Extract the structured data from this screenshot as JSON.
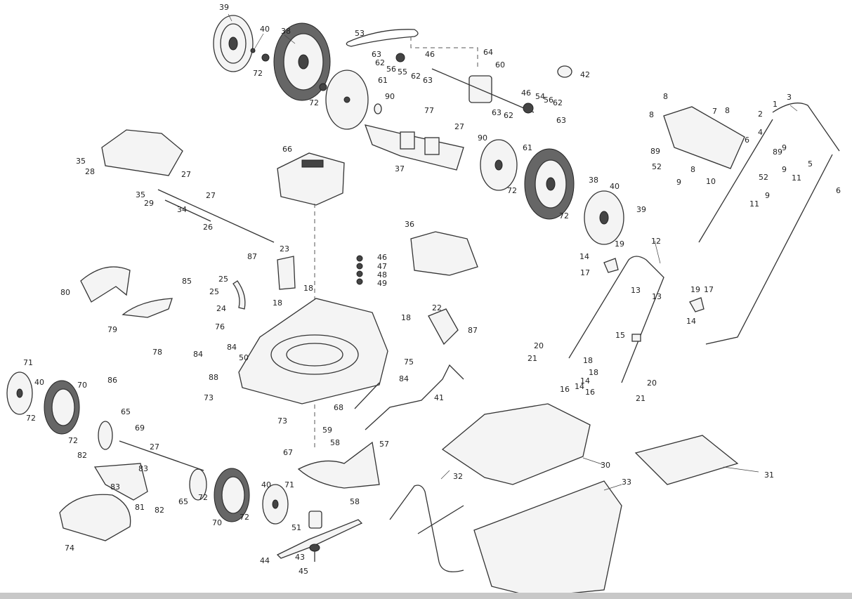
{
  "diagram": {
    "title": "",
    "part_numbers": {
      "n1": "1",
      "n2": "2",
      "n3": "3",
      "n4": "4",
      "n5": "5",
      "n6": "6",
      "n7": "7",
      "n8": "8",
      "n9": "9",
      "n10": "10",
      "n11": "11",
      "n12": "12",
      "n13": "13",
      "n14": "14",
      "n15": "15",
      "n16": "16",
      "n17": "17",
      "n18": "18",
      "n19": "19",
      "n20": "20",
      "n21": "21",
      "n22": "22",
      "n23": "23",
      "n24": "24",
      "n25": "25",
      "n26": "26",
      "n27": "27",
      "n28": "28",
      "n29": "29",
      "n30": "30",
      "n31": "31",
      "n32": "32",
      "n33": "33",
      "n34": "34",
      "n35": "35",
      "n36": "36",
      "n37": "37",
      "n38": "38",
      "n39": "39",
      "n40": "40",
      "n41": "41",
      "n42": "42",
      "n43": "43",
      "n44": "44",
      "n45": "45",
      "n46": "46",
      "n47": "47",
      "n48": "48",
      "n49": "49",
      "n50": "50",
      "n51": "51",
      "n52": "52",
      "n53": "53",
      "n54": "54",
      "n55": "55",
      "n56": "56",
      "n57": "57",
      "n58": "58",
      "n59": "59",
      "n60": "60",
      "n61": "61",
      "n62": "62",
      "n63": "63",
      "n64": "64",
      "n65": "65",
      "n66": "66",
      "n67": "67",
      "n68": "68",
      "n69": "69",
      "n70": "70",
      "n71": "71",
      "n72": "72",
      "n73": "73",
      "n74": "74",
      "n75": "75",
      "n76": "76",
      "n77": "77",
      "n78": "78",
      "n79": "79",
      "n80": "80",
      "n81": "81",
      "n82": "82",
      "n83": "83",
      "n84": "84",
      "n85": "85",
      "n86": "86",
      "n87": "87",
      "n88": "88",
      "n89": "89",
      "n90": "90"
    }
  }
}
